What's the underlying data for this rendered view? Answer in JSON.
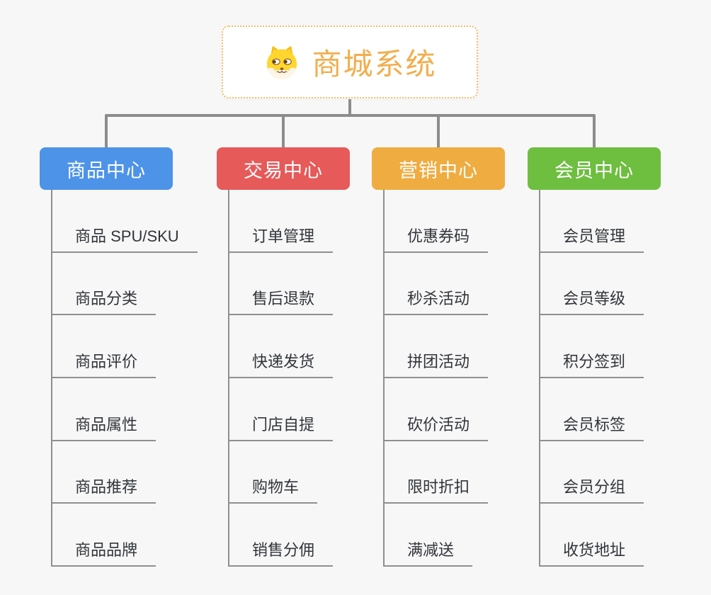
{
  "canvas": {
    "background": "#f7f7f7",
    "connector_color": "#8c8c8c",
    "line_color": "#8f8f8f"
  },
  "root": {
    "title": "商城系统",
    "icon": "shiba-dog-icon",
    "title_color": "#f2ae4d",
    "border_color": "#f3bd6b"
  },
  "branches": [
    {
      "label": "商品中心",
      "color": "#4d93e8",
      "items": [
        "商品 SPU/SKU",
        "商品分类",
        "商品评价",
        "商品属性",
        "商品推荐",
        "商品品牌"
      ]
    },
    {
      "label": "交易中心",
      "color": "#e65a5a",
      "items": [
        "订单管理",
        "售后退款",
        "快递发货",
        "门店自提",
        "购物车",
        "销售分佣"
      ]
    },
    {
      "label": "营销中心",
      "color": "#efac40",
      "items": [
        "优惠券码",
        "秒杀活动",
        "拼团活动",
        "砍价活动",
        "限时折扣",
        "满减送"
      ]
    },
    {
      "label": "会员中心",
      "color": "#6ebe40",
      "items": [
        "会员管理",
        "会员等级",
        "积分签到",
        "会员标签",
        "会员分组",
        "收货地址"
      ]
    }
  ]
}
